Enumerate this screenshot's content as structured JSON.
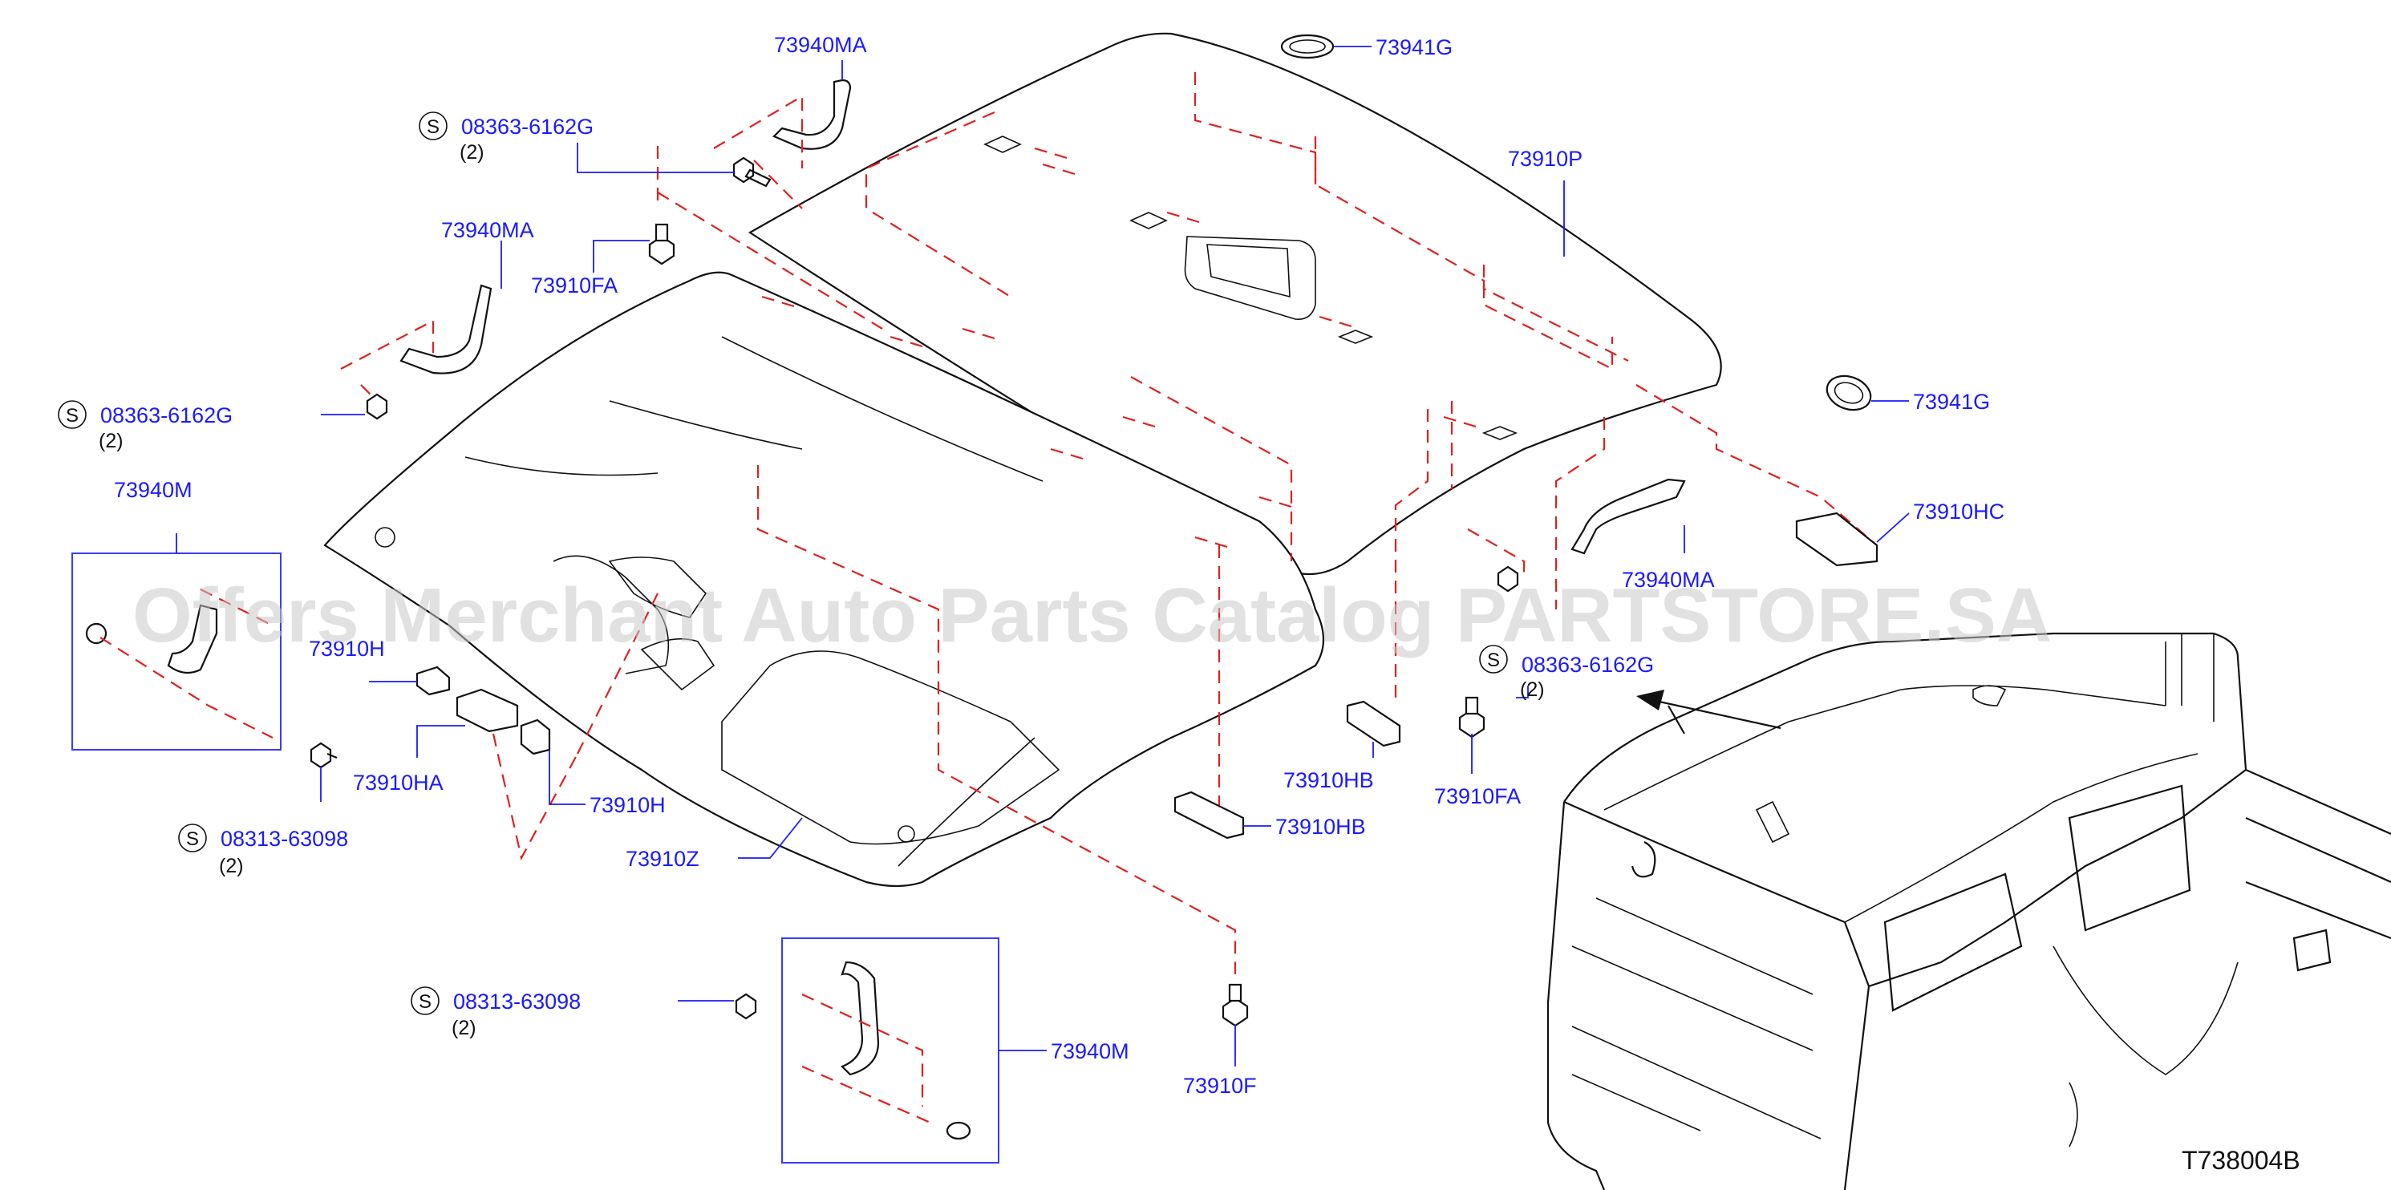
{
  "watermark": "Offers Merchant Auto Parts Catalog PARTSTORE.SA",
  "diagram_code": "T738004B",
  "parts": {
    "p73940MA_top": "73940MA",
    "p73941G_top": "73941G",
    "s08363_a": "08363-6162G",
    "s08363_a_qty": "(2)",
    "p73910P": "73910P",
    "p73940MA_left": "73940MA",
    "p73910FA_left": "73910FA",
    "s08363_b": "08363-6162G",
    "s08363_b_qty": "(2)",
    "p73941G_right": "73941G",
    "p73940M_left": "73940M",
    "p73910HC": "73910HC",
    "p73940MA_right": "73940MA",
    "p73910H_a": "73910H",
    "s08363_c": "08363-6162G",
    "s08363_c_qty": "(2)",
    "p73910HA": "73910HA",
    "p73910H_b": "73910H",
    "p73910HB_a": "73910HB",
    "p73910FA_right": "73910FA",
    "s08313_a": "08313-63098",
    "s08313_a_qty": "(2)",
    "p73910HB_b": "73910HB",
    "p73910Z": "73910Z",
    "s08313_b": "08313-63098",
    "s08313_b_qty": "(2)",
    "p73940M_bottom": "73940M",
    "p73910F": "73910F"
  },
  "standard_symbol": "S"
}
